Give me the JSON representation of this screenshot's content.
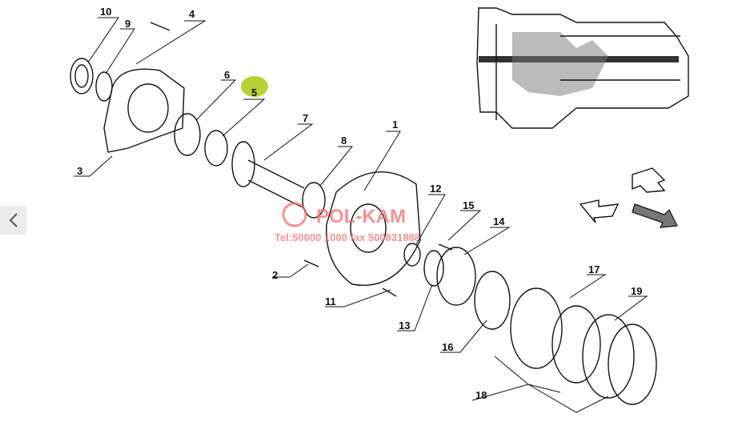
{
  "navigation": {
    "prev_icon": "chevron-left-icon"
  },
  "watermark": {
    "brand": "POL-KAM",
    "phone": "Tel:50000 1000 fax 500831888"
  },
  "highlight_color": "#b5d334",
  "callouts": [
    {
      "id": "1",
      "label": "1"
    },
    {
      "id": "2",
      "label": "2"
    },
    {
      "id": "3",
      "label": "3"
    },
    {
      "id": "4",
      "label": "4"
    },
    {
      "id": "5",
      "label": "5"
    },
    {
      "id": "6",
      "label": "6"
    },
    {
      "id": "7",
      "label": "7"
    },
    {
      "id": "8",
      "label": "8"
    },
    {
      "id": "9",
      "label": "9"
    },
    {
      "id": "10",
      "label": "10"
    },
    {
      "id": "11",
      "label": "11"
    },
    {
      "id": "12",
      "label": "12"
    },
    {
      "id": "13",
      "label": "13"
    },
    {
      "id": "14",
      "label": "14"
    },
    {
      "id": "15",
      "label": "15"
    },
    {
      "id": "16",
      "label": "16"
    },
    {
      "id": "17",
      "label": "17"
    },
    {
      "id": "18",
      "label": "18"
    },
    {
      "id": "19",
      "label": "19"
    }
  ]
}
